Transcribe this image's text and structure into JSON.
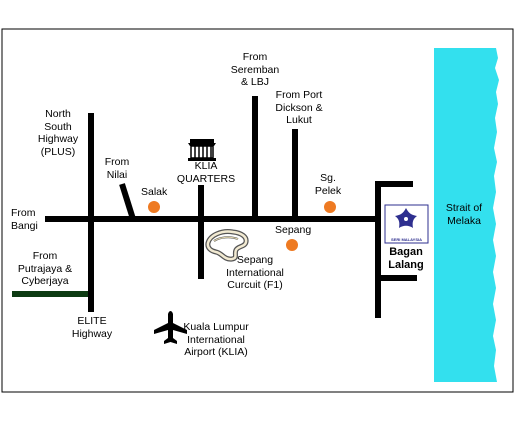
{
  "map": {
    "road_color": "#000000",
    "putrajaya_road_color": "#0d3b12",
    "sea_color": "#33e0ee",
    "marker_color": "#ee7a22",
    "hotel_logo_color": "#2e2f8f"
  },
  "labels": {
    "from_seremban": [
      "From",
      "Seremban",
      "& LBJ"
    ],
    "from_port_dickson": [
      "From Port",
      "Dickson &",
      "Lukut"
    ],
    "north_south": [
      "North",
      "South",
      "Highway",
      "(PLUS)"
    ],
    "from_nilai": [
      "From",
      "Nilai"
    ],
    "klia_quarters": [
      "KLIA",
      "QUARTERS"
    ],
    "sg_pelek": [
      "Sg.",
      "Pelek"
    ],
    "salak": "Salak",
    "from_bangi": [
      "From",
      "Bangi"
    ],
    "sepang": "Sepang",
    "sepang_circuit": [
      "Sepang",
      "International",
      "Curcuit (F1)"
    ],
    "from_putrajaya": [
      "From",
      "Putrajaya &",
      "Cyberjaya"
    ],
    "elite": [
      "ELITE",
      "Highway"
    ],
    "klia": [
      "Kuala Lumpur",
      "International",
      "Airport (KLIA)"
    ],
    "bagan_lalang": [
      "Bagan",
      "Lalang"
    ],
    "hotel_logo_text": "SERI MALAYSIA",
    "strait": [
      "Strait of",
      "Melaka"
    ]
  },
  "icons": {
    "klia_quarters": "building-icon",
    "sepang_circuit": "race-circuit-icon",
    "klia": "airplane-icon",
    "bagan_lalang": "seri-malaysia-logo-icon"
  }
}
